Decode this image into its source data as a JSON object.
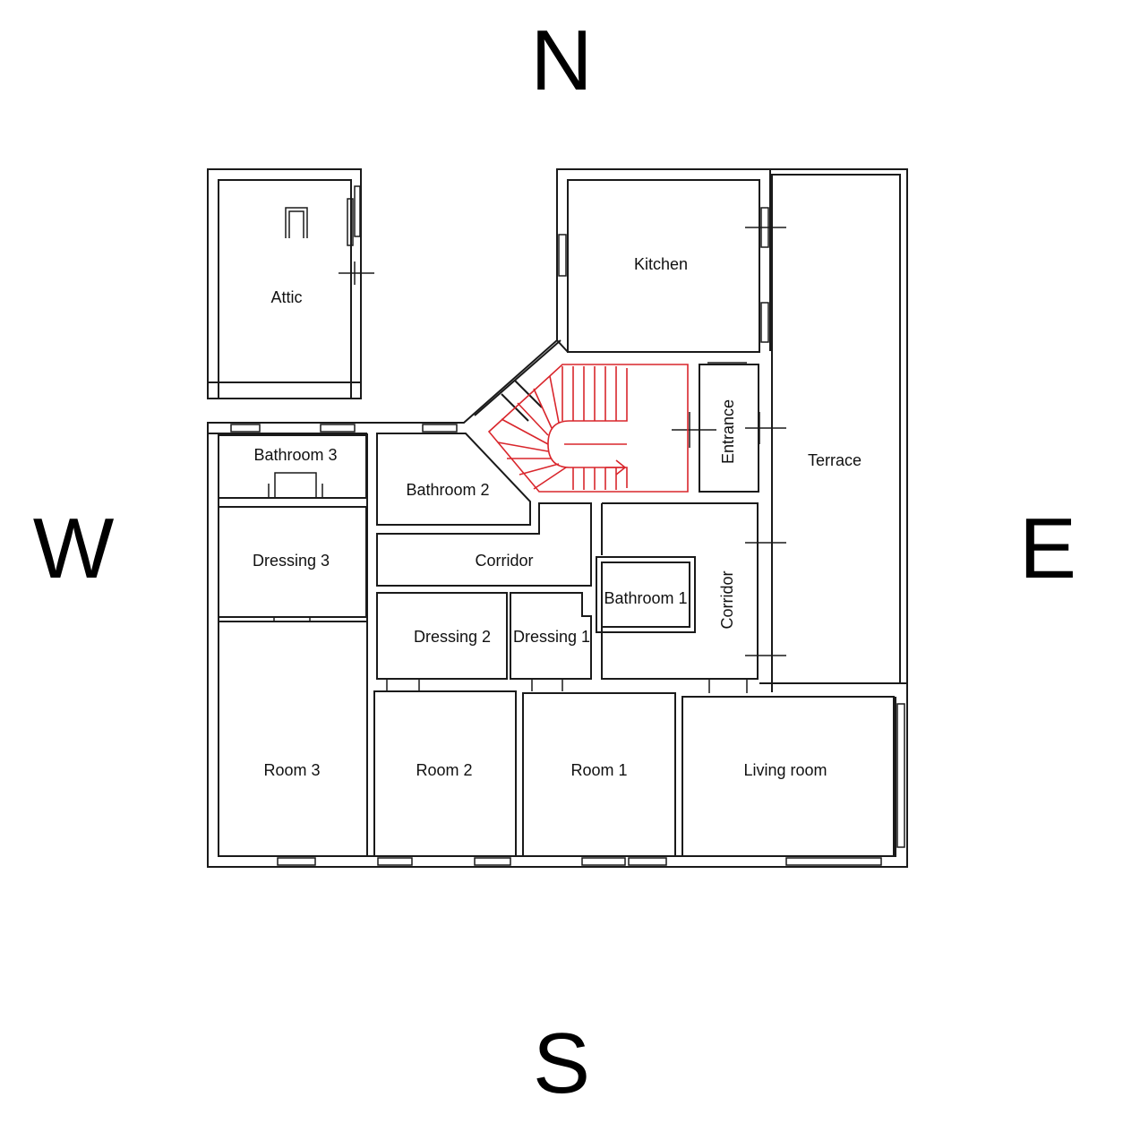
{
  "compass": {
    "north": "N",
    "south": "S",
    "east": "E",
    "west": "W"
  },
  "rooms": {
    "attic": "Attic",
    "kitchen": "Kitchen",
    "terrace": "Terrace",
    "entrance": "Entrance",
    "bathroom3": "Bathroom 3",
    "bathroom2": "Bathroom 2",
    "bathroom1": "Bathroom 1",
    "dressing3": "Dressing 3",
    "dressing2": "Dressing 2",
    "dressing1": "Dressing 1",
    "corridor_center": "Corridor",
    "corridor_east": "Corridor",
    "room3": "Room 3",
    "room2": "Room 2",
    "room1": "Room 1",
    "living_room": "Living room"
  },
  "colors": {
    "walls": "#1a1a1a",
    "staircase": "#d9262c",
    "background": "#ffffff"
  }
}
